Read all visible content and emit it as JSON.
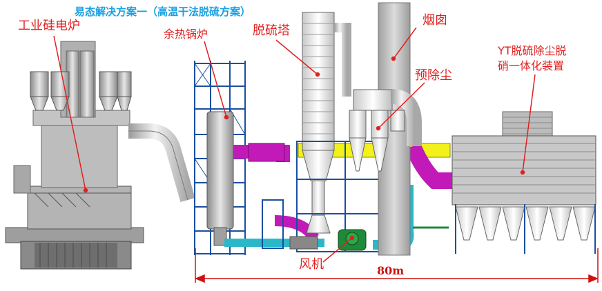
{
  "title": "易态解决方案一（高温干法脱硫方案）",
  "labels": {
    "furnace": "工业硅电炉",
    "boiler": "余热锅炉",
    "desulfurization_tower": "脱硫塔",
    "chimney": "烟囱",
    "pre_dedust": "预除尘",
    "yt_device_line1": "YT脱硫除尘脱",
    "yt_device_line2": "硝一体化装置",
    "fan": "风机"
  },
  "dimension": "80m",
  "colors": {
    "label": "#e02020",
    "title": "#1aa0e0",
    "steel": "#1a4fa0",
    "yellow_duct": "#f2f21a",
    "magenta_duct": "#c21ab8",
    "cyan_duct": "#2ab8c8",
    "gray_equipment": "#b8b8b8"
  }
}
